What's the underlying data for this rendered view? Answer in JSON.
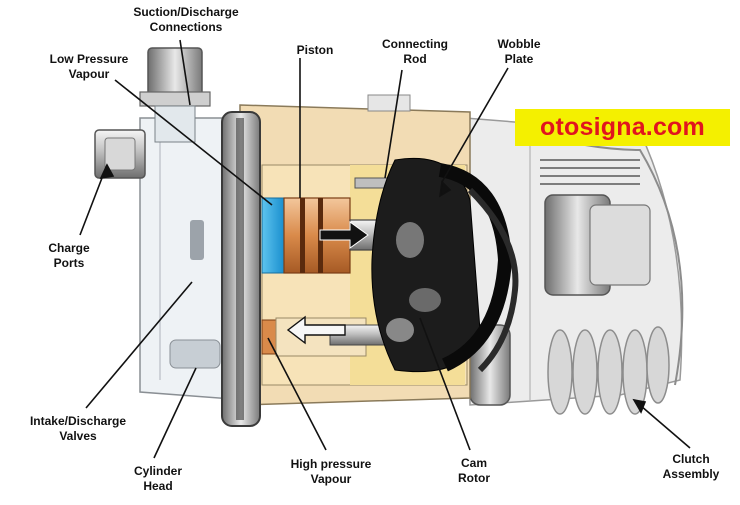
{
  "watermark": {
    "text": "otosigna.com",
    "background": "#f4f000",
    "color": "#e1151e"
  },
  "labels": {
    "suction_discharge": [
      "Suction/Discharge",
      "Connections"
    ],
    "low_pressure": [
      "Low Pressure",
      "Vapour"
    ],
    "piston": [
      "Piston"
    ],
    "connecting_rod": [
      "Connecting",
      "Rod"
    ],
    "wobble_plate": [
      "Wobble",
      "Plate"
    ],
    "charge_ports": [
      "Charge",
      "Ports"
    ],
    "intake_discharge": [
      "Intake/Discharge",
      "Valves"
    ],
    "cylinder_head": [
      "Cylinder",
      "Head"
    ],
    "high_pressure": [
      "High pressure",
      "Vapour"
    ],
    "cam_rotor": [
      "Cam",
      "Rotor"
    ],
    "clutch_assembly": [
      "Clutch",
      "Assembly"
    ]
  },
  "colors": {
    "housing": "#f2dcb4",
    "piston_copper": "#d98a4a",
    "low_pressure_blue": "#2aa6e0",
    "shadow": "#1a1a1a",
    "metal": "#c8c8c8",
    "clutch_fill": "#ececec"
  }
}
